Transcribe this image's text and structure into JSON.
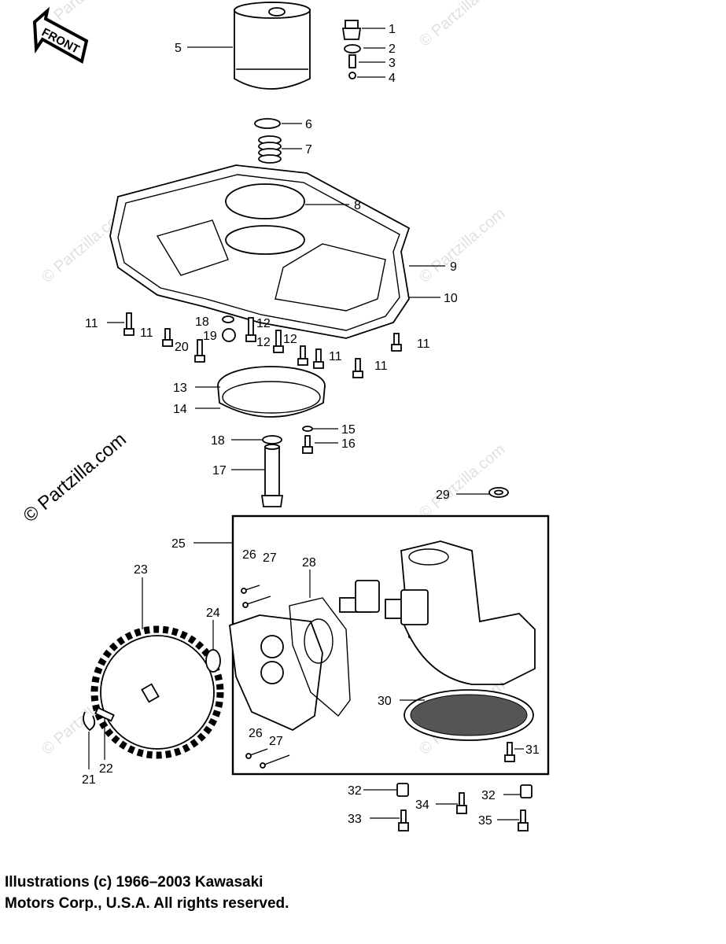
{
  "front_label": "FRONT",
  "watermark": "© Partzilla.com",
  "copyright": {
    "line1": "Illustrations (c) 1966–2003 Kawasaki",
    "line2": "Motors Corp., U.S.A.  All rights reserved."
  },
  "callouts": {
    "c1": "1",
    "c2": "2",
    "c3": "3",
    "c4": "4",
    "c5": "5",
    "c6": "6",
    "c7": "7",
    "c8": "8",
    "c9": "9",
    "c10": "10",
    "c11a": "11",
    "c11b": "11",
    "c11c": "11",
    "c11d": "11",
    "c11e": "11",
    "c12a": "12",
    "c12b": "12",
    "c12c": "12",
    "c13": "13",
    "c14": "14",
    "c15": "15",
    "c16": "16",
    "c17": "17",
    "c18a": "18",
    "c18b": "18",
    "c19": "19",
    "c20": "20",
    "c21": "21",
    "c22": "22",
    "c23": "23",
    "c24": "24",
    "c25": "25",
    "c26a": "26",
    "c27a": "27",
    "c26b": "26",
    "c27b": "27",
    "c28": "28",
    "c29": "29",
    "c30": "30",
    "c31": "31",
    "c32a": "32",
    "c32b": "32",
    "c33": "33",
    "c34": "34",
    "c35": "35"
  }
}
